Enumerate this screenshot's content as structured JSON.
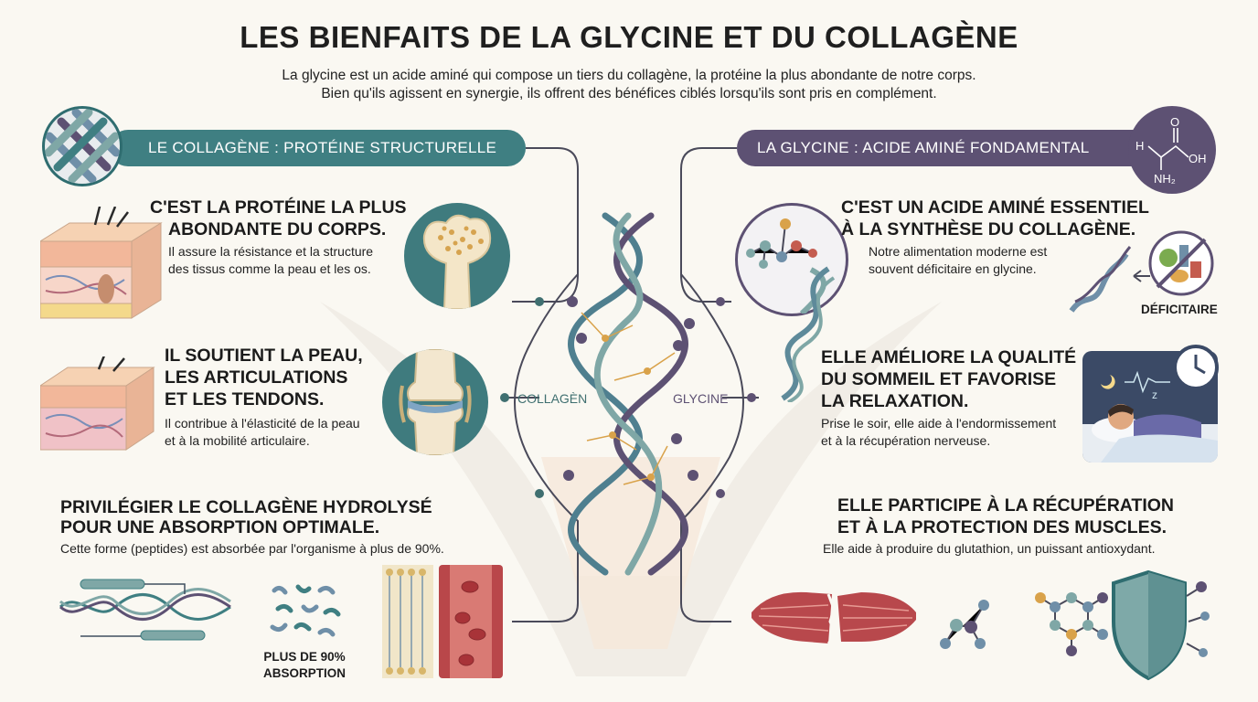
{
  "title": "LES BIENFAITS DE LA GLYCINE ET DU COLLAGÈNE",
  "intro": {
    "line1": "La glycine est un acide aminé qui compose un tiers du collagène, la protéine la plus abondante de notre corps.",
    "line2": "Bien qu'ils agissent en synergie, ils offrent des bénéfices ciblés lorsqu'ils sont pris en complément."
  },
  "left": {
    "banner": "LE COLLAGÈNE : PROTÉINE STRUCTURELLE",
    "items": [
      {
        "head1": "C'EST LA PROTÉINE LA PLUS",
        "head2": "ABONDANTE DU CORPS.",
        "body1": "Il assure la résistance et la structure",
        "body2": "des tissus comme la peau et les os."
      },
      {
        "head1": "IL SOUTIENT LA PEAU,",
        "head2": "LES ARTICULATIONS",
        "head3": "ET LES TENDONS.",
        "body1": "Il contribue à l'élasticité de la peau",
        "body2": "et à la mobilité articulaire."
      },
      {
        "head1": "PRIVILÉGIER LE COLLAGÈNE HYDROLYSÉ",
        "head2": "POUR UNE ABSORPTION OPTIMALE.",
        "body1": "Cette forme (peptides) est absorbée par l'organisme à plus de 90%."
      }
    ],
    "absorption_line1": "PLUS DE 90%",
    "absorption_line2": "ABSORPTION"
  },
  "right": {
    "banner": "LA GLYCINE : ACIDE AMINÉ FONDAMENTAL",
    "formula": {
      "h": "H",
      "o": "O",
      "oh": "OH",
      "nh2": "NH₂"
    },
    "items": [
      {
        "head1": "C'EST UN ACIDE AMINÉ ESSENTIEL",
        "head2": "À LA SYNTHÈSE DU COLLAGÈNE.",
        "body1": "Notre alimentation moderne est",
        "body2": "souvent déficitaire en glycine."
      },
      {
        "head1": "ELLE AMÉLIORE LA QUALITÉ",
        "head2": "DU SOMMEIL ET FAVORISE",
        "head3": "LA RELAXATION.",
        "body1": "Prise le soir, elle aide à l'endormissement",
        "body2": "et à la récupération nerveuse."
      },
      {
        "head1": "ELLE PARTICIPE À LA RÉCUPÉRATION",
        "head2": "ET À LA PROTECTION DES MUSCLES.",
        "body1": "Elle aide à produire du glutathion, un puissant antioxydant."
      }
    ],
    "deficit_label": "DÉFICITAIRE"
  },
  "center": {
    "label_left": "COLLAGÈN",
    "label_right": "GLYCINE"
  },
  "colors": {
    "teal": "#3f7f82",
    "purple": "#5d5173",
    "skin": "#f2c9a6",
    "muscle": "#b8484c",
    "orange": "#d9a24a"
  },
  "icons": [
    "woven-fiber-icon",
    "glycine-formula-icon",
    "skin-layer-icon",
    "bone-icon",
    "knee-joint-icon",
    "triple-helix-icon",
    "molecule-icon",
    "food-crossed-icon",
    "sleeping-person-icon",
    "clock-icon",
    "muscle-fiber-icon",
    "shield-icon",
    "peptide-icon",
    "blood-vessel-icon"
  ]
}
